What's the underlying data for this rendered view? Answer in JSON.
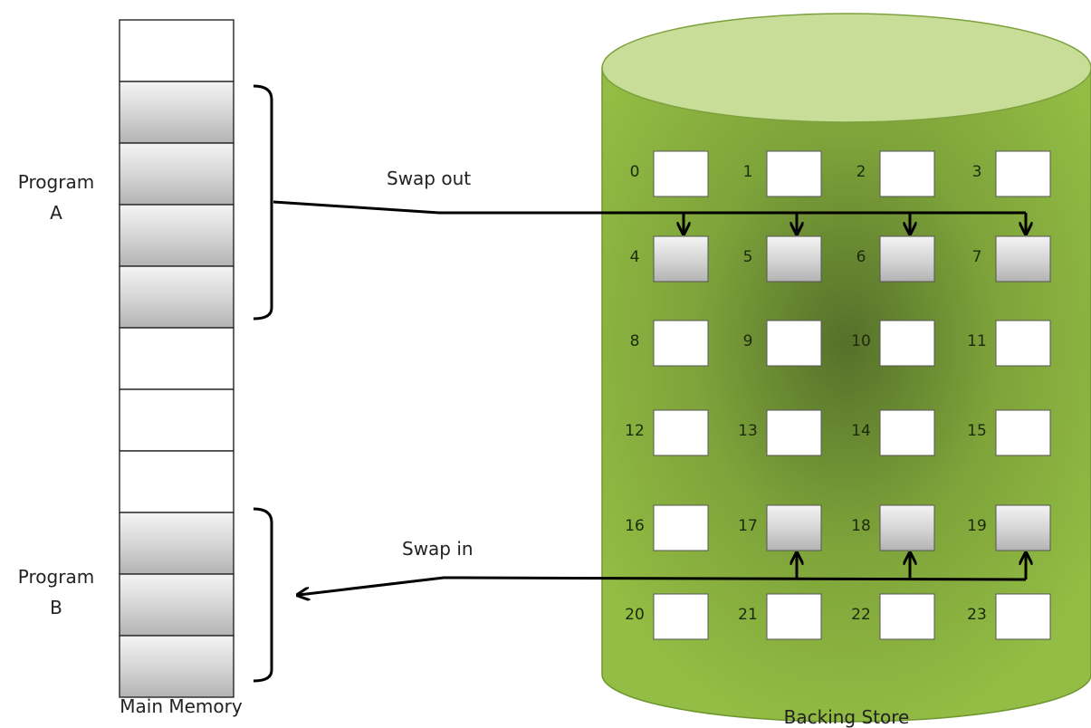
{
  "main_memory": {
    "label": "Main Memory",
    "cells": [
      "empty",
      "program",
      "program",
      "program",
      "program",
      "empty",
      "empty",
      "empty",
      "program",
      "program",
      "program"
    ]
  },
  "program_a": {
    "label_line1": "Program",
    "label_line2": "A"
  },
  "program_b": {
    "label_line1": "Program",
    "label_line2": "B"
  },
  "swap_out_label": "Swap out",
  "swap_in_label": "Swap in",
  "backing_store": {
    "label": "Backing Store",
    "color": "#8db43a",
    "block_numbers": [
      "0",
      "1",
      "2",
      "3",
      "4",
      "5",
      "6",
      "7",
      "8",
      "9",
      "10",
      "11",
      "12",
      "13",
      "14",
      "15",
      "16",
      "17",
      "18",
      "19",
      "20",
      "21",
      "22",
      "23"
    ],
    "filled_blocks": [
      4,
      5,
      6,
      7,
      17,
      18,
      19
    ],
    "swap_out_targets": [
      4,
      5,
      6,
      7
    ],
    "swap_in_sources": [
      17,
      18,
      19
    ]
  }
}
